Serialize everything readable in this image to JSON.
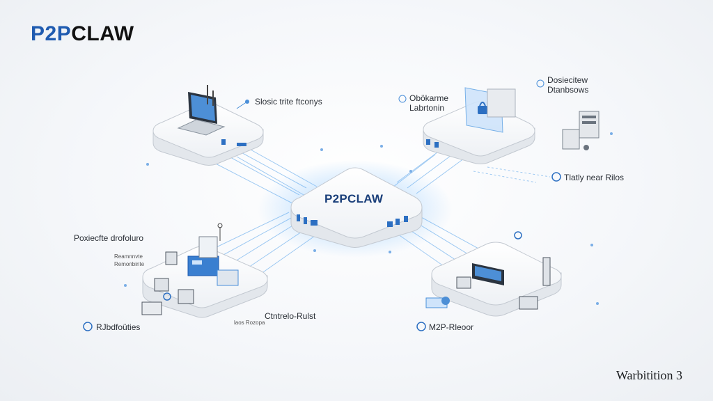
{
  "brand": {
    "part1": "P2P",
    "part2": "CLAW"
  },
  "hub": {
    "label": "P2PCLAW"
  },
  "nodes": {
    "top_left": {
      "label": "Slosic trite ftconys"
    },
    "top_right": {
      "label1": "Obökarme",
      "label2": "Labrtonin",
      "label3": "Dosiecitew",
      "label4": "Dtanbsows"
    },
    "right": {
      "label": "Tlatly near Rilos"
    },
    "bottom_left": {
      "label1": "Poxiecfte drofoluro",
      "small1": "Reamnnvte",
      "small2": "Remonbinte",
      "label2": "Ctntrelo-Rulst",
      "small3": "laos Rozopa",
      "label3": "RJbdfoüties"
    },
    "bottom_right": {
      "label": "M2P-Rleoor"
    }
  },
  "footer": {
    "version": "Warbitition 3"
  },
  "colors": {
    "accent": "#1f5bb0",
    "glow": "#4da3f0",
    "line": "#9ec9f2",
    "device": "#f4f6f9",
    "device_edge": "#c9ced6"
  },
  "icons": [
    "laptop-icon",
    "lock-screen-icon",
    "server-rack-icon",
    "gear-icon",
    "globe-icon",
    "router-icon"
  ]
}
